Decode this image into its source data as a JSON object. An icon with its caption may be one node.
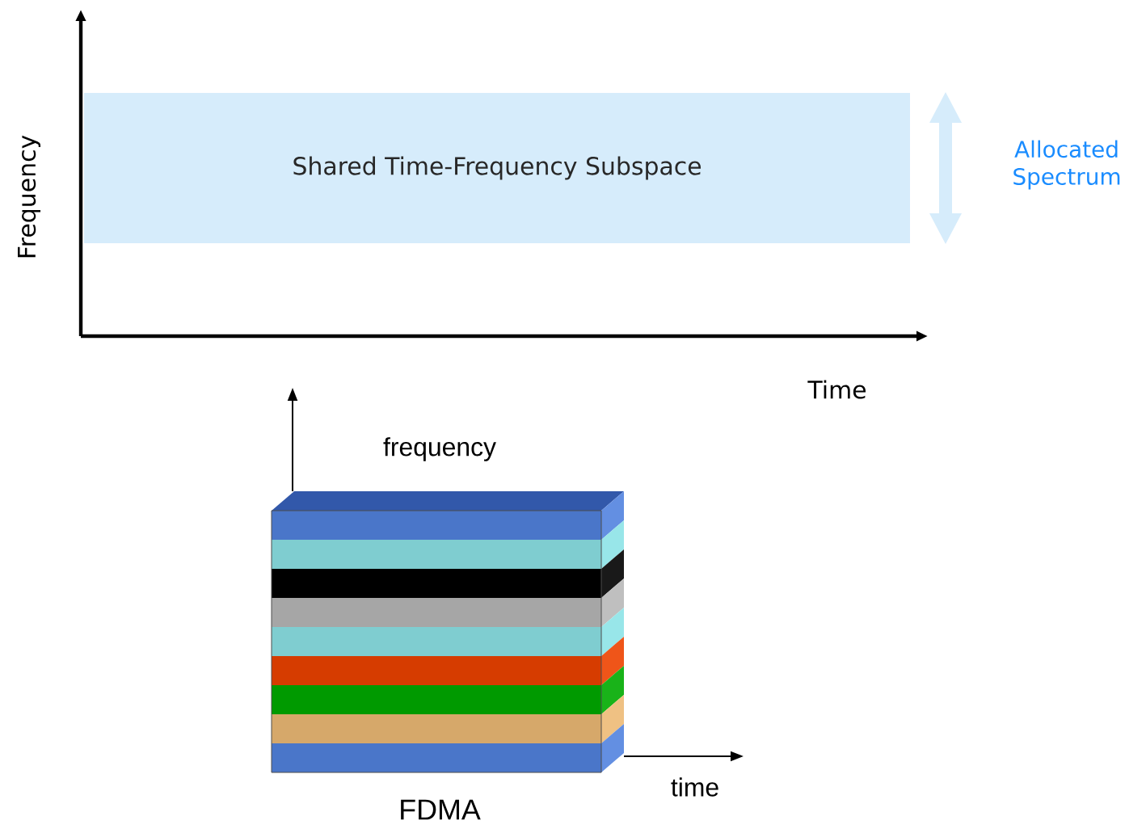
{
  "diagram": {
    "nodes": [
      {
        "text": [
          "Shared Time-Frequency Subspace"
        ]
      }
    ],
    "labels": [
      "Frequency",
      "Allocated Spectrum",
      "Time",
      "frequency",
      "time",
      "FDMA"
    ]
  }
}
